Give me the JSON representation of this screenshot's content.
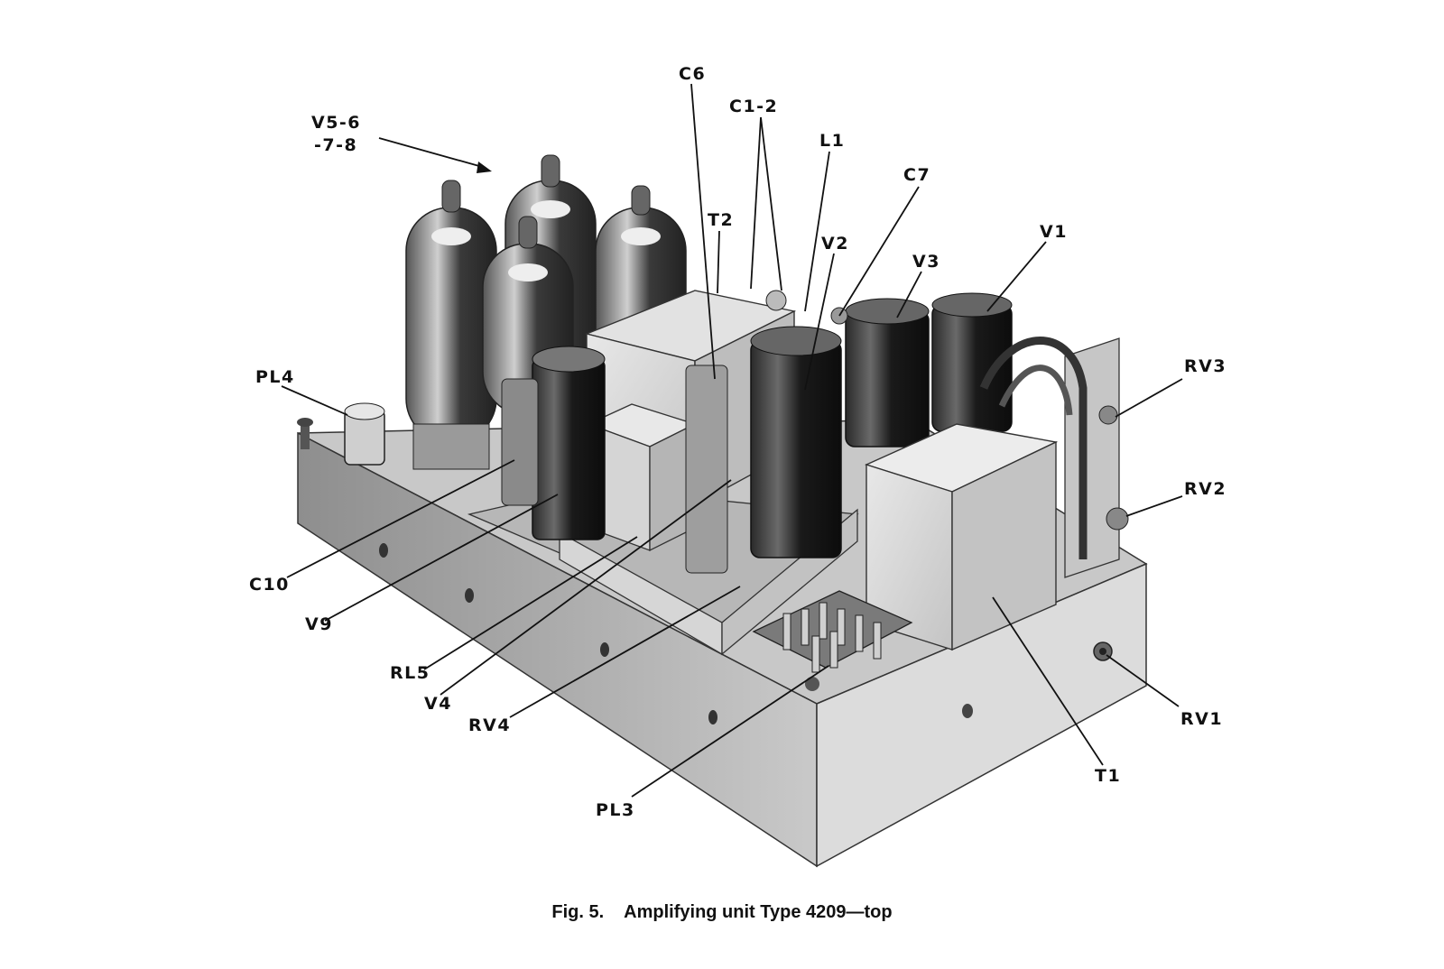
{
  "caption": {
    "figure_number": "Fig. 5.",
    "title": "Amplifying unit Type 4209—top"
  },
  "labels": {
    "v5_line1": "V5-6",
    "v5_line2": "-7-8",
    "c6": "C6",
    "c1_2": "C1-2",
    "l1": "L1",
    "c7": "C7",
    "t2": "T2",
    "v2": "V2",
    "v3": "V3",
    "v1": "V1",
    "pl4": "PL4",
    "rv3": "RV3",
    "rv2": "RV2",
    "c10": "C10",
    "v9": "V9",
    "rl5": "RL5",
    "v4": "V4",
    "rv4": "RV4",
    "pl3": "PL3",
    "t1": "T1",
    "rv1": "RV1"
  }
}
